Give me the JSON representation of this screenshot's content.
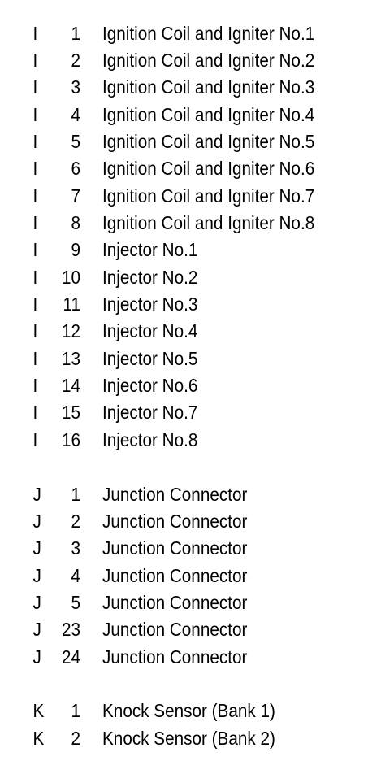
{
  "groups": [
    {
      "letter": "I",
      "rows": [
        {
          "letter": "I",
          "num": "1",
          "name": "Ignition Coil and Igniter No.1"
        },
        {
          "letter": "I",
          "num": "2",
          "name": "Ignition Coil and Igniter No.2"
        },
        {
          "letter": "I",
          "num": "3",
          "name": "Ignition Coil and Igniter No.3"
        },
        {
          "letter": "I",
          "num": "4",
          "name": "Ignition Coil and Igniter No.4"
        },
        {
          "letter": "I",
          "num": "5",
          "name": "Ignition Coil and Igniter No.5"
        },
        {
          "letter": "I",
          "num": "6",
          "name": "Ignition Coil and Igniter No.6"
        },
        {
          "letter": "I",
          "num": "7",
          "name": "Ignition Coil and Igniter No.7"
        },
        {
          "letter": "I",
          "num": "8",
          "name": "Ignition Coil and Igniter No.8"
        },
        {
          "letter": "I",
          "num": "9",
          "name": "Injector No.1"
        },
        {
          "letter": "I",
          "num": "10",
          "name": "Injector No.2"
        },
        {
          "letter": "I",
          "num": "11",
          "name": "Injector No.3"
        },
        {
          "letter": "I",
          "num": "12",
          "name": "Injector No.4"
        },
        {
          "letter": "I",
          "num": "13",
          "name": "Injector No.5"
        },
        {
          "letter": "I",
          "num": "14",
          "name": "Injector No.6"
        },
        {
          "letter": "I",
          "num": "15",
          "name": "Injector No.7"
        },
        {
          "letter": "I",
          "num": "16",
          "name": "Injector No.8"
        }
      ]
    },
    {
      "letter": "J",
      "rows": [
        {
          "letter": "J",
          "num": "1",
          "name": "Junction Connector"
        },
        {
          "letter": "J",
          "num": "2",
          "name": "Junction Connector"
        },
        {
          "letter": "J",
          "num": "3",
          "name": "Junction Connector"
        },
        {
          "letter": "J",
          "num": "4",
          "name": "Junction Connector"
        },
        {
          "letter": "J",
          "num": "5",
          "name": "Junction Connector"
        },
        {
          "letter": "J",
          "num": "23",
          "name": "Junction Connector"
        },
        {
          "letter": "J",
          "num": "24",
          "name": "Junction Connector"
        }
      ]
    },
    {
      "letter": "K",
      "rows": [
        {
          "letter": "K",
          "num": "1",
          "name": "Knock Sensor (Bank 1)"
        },
        {
          "letter": "K",
          "num": "2",
          "name": "Knock Sensor (Bank 2)"
        }
      ]
    }
  ]
}
